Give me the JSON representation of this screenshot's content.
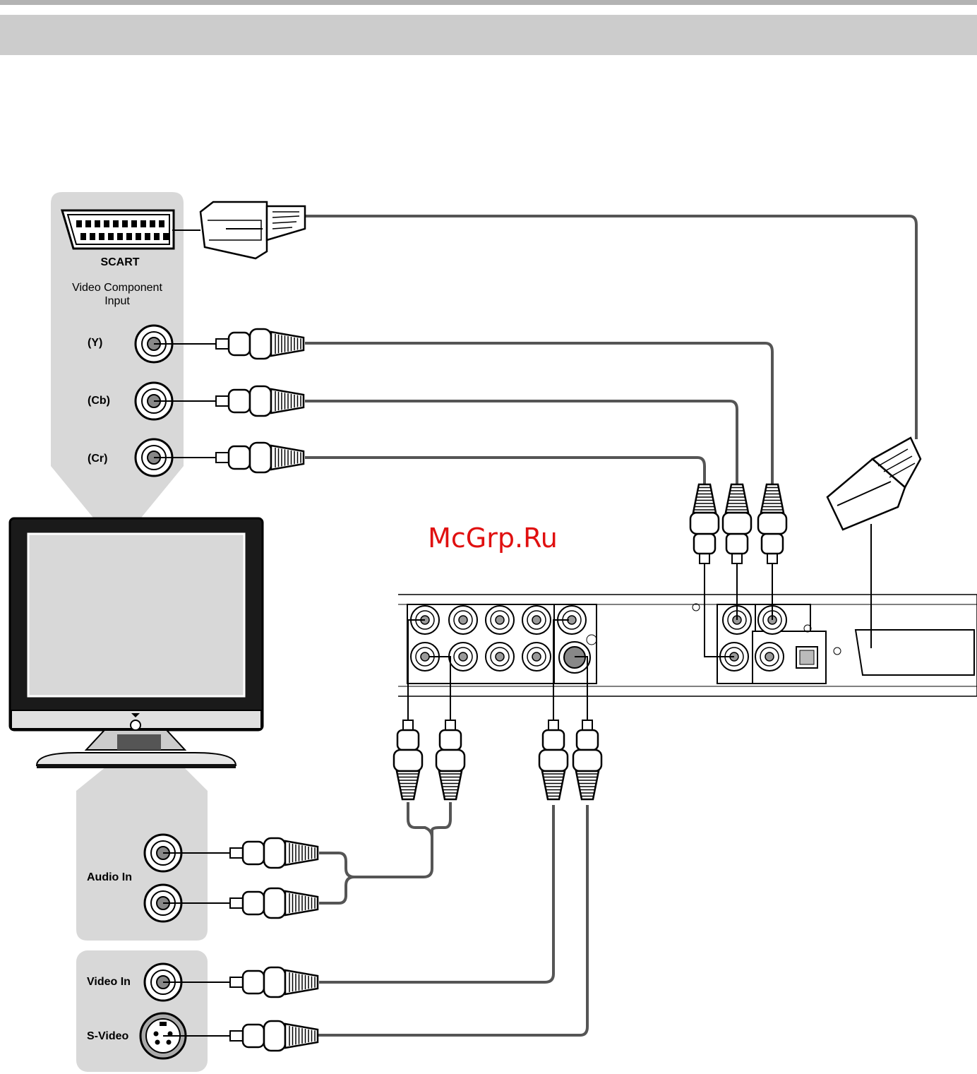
{
  "tv_panel_labels": {
    "scart": "SCART",
    "video_component_line1": "Video Component",
    "video_component_line2": "Input",
    "y": "(Y)",
    "cb": "(Cb)",
    "cr": "(Cr)",
    "audio_in": "Audio In",
    "video_in": "Video In",
    "s_video": "S-Video"
  },
  "watermark": "McGrp.Ru",
  "colors": {
    "header_band": "#cccccc",
    "panel_fill": "#d8d8d8",
    "cable": "#555555",
    "watermark": "#e01010"
  }
}
